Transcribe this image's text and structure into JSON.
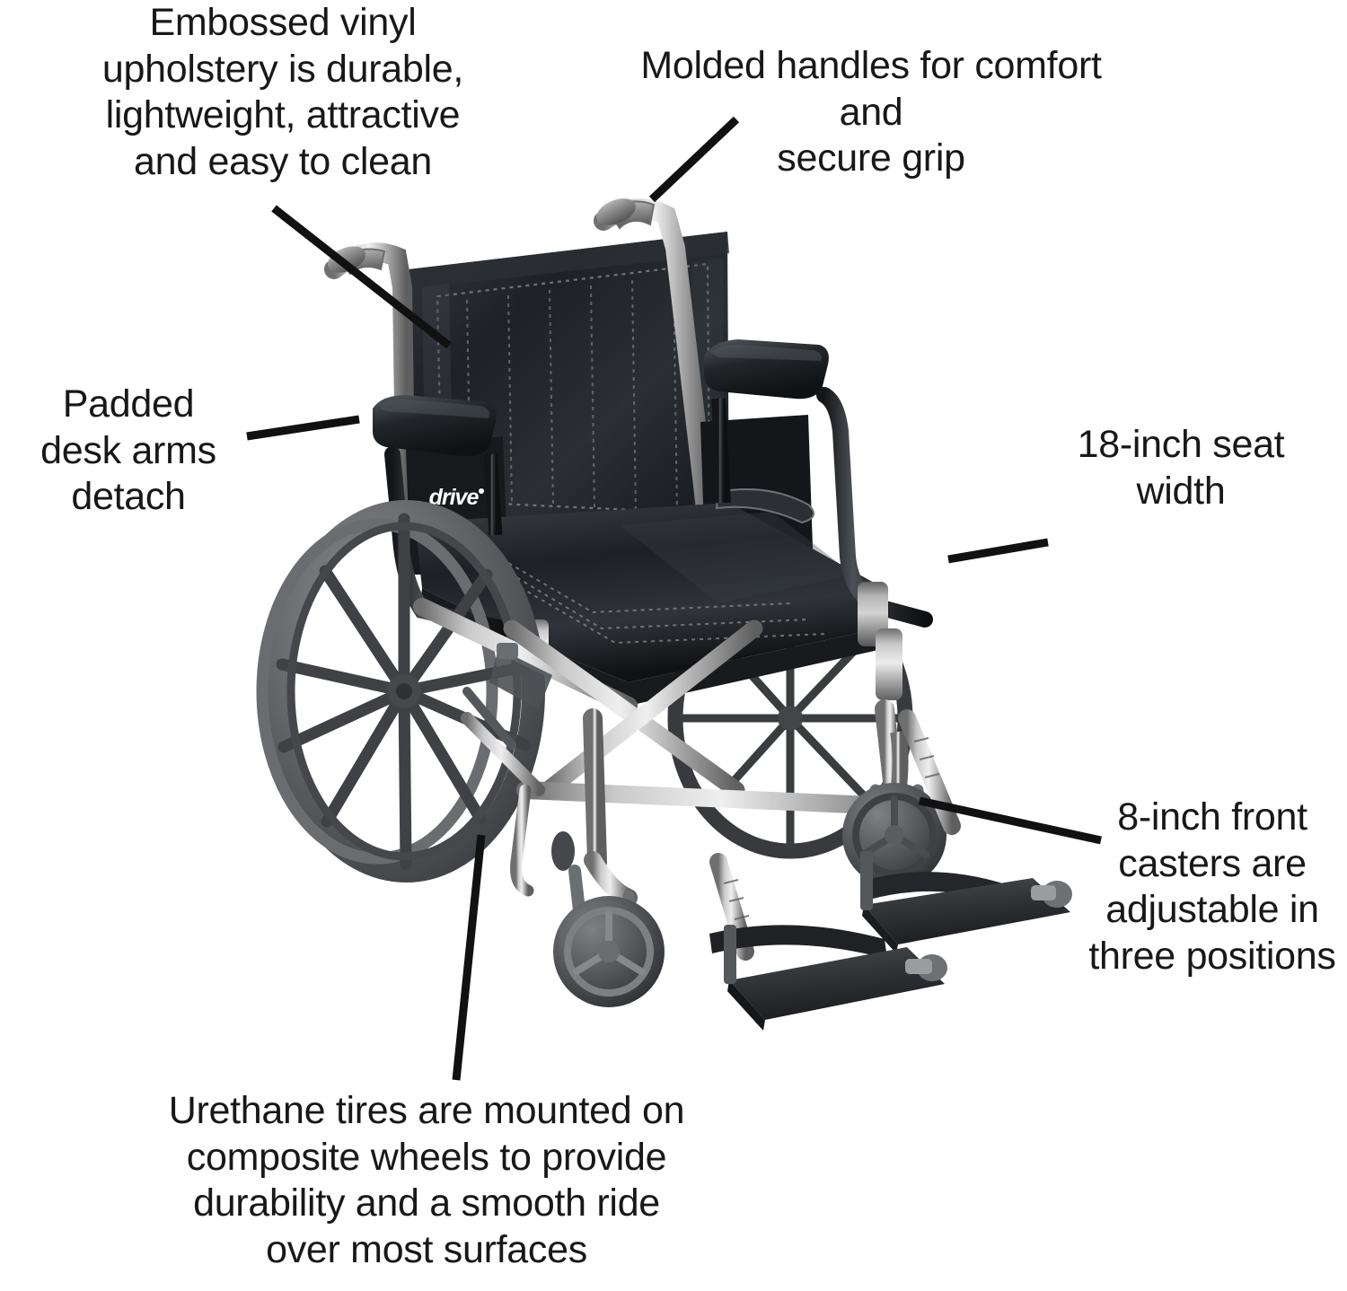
{
  "image": {
    "subject": "wheelchair",
    "brand_logo": "drive",
    "background_color": "#ffffff",
    "leader_line_color": "#111111",
    "text_color": "#181818"
  },
  "callouts": [
    {
      "id": "upholstery",
      "text": "Embossed vinyl\nupholstery is durable,\nlightweight, attractive\nand easy to clean",
      "align": "center"
    },
    {
      "id": "handles",
      "text": "Molded handles for comfort and\nsecure grip",
      "align": "center"
    },
    {
      "id": "arms",
      "text": "Padded\ndesk arms\ndetach",
      "align": "center"
    },
    {
      "id": "seat_width",
      "text": "18-inch seat\nwidth",
      "align": "center"
    },
    {
      "id": "casters",
      "text": "8-inch front\ncasters are\nadjustable in\nthree positions",
      "align": "center"
    },
    {
      "id": "tires",
      "text": "Urethane tires are mounted on\ncomposite wheels to provide\ndurability and a smooth ride\nover most surfaces",
      "align": "center"
    }
  ],
  "colors": {
    "frame_silver_light": "#d2d2d2",
    "frame_silver_mid": "#9a9a9a",
    "frame_silver_dark": "#6a6a6a",
    "vinyl_black": "#1b1d20",
    "vinyl_highlight": "#45484d",
    "tire_gray": "#5d5f62",
    "logo_white": "#ffffff"
  }
}
